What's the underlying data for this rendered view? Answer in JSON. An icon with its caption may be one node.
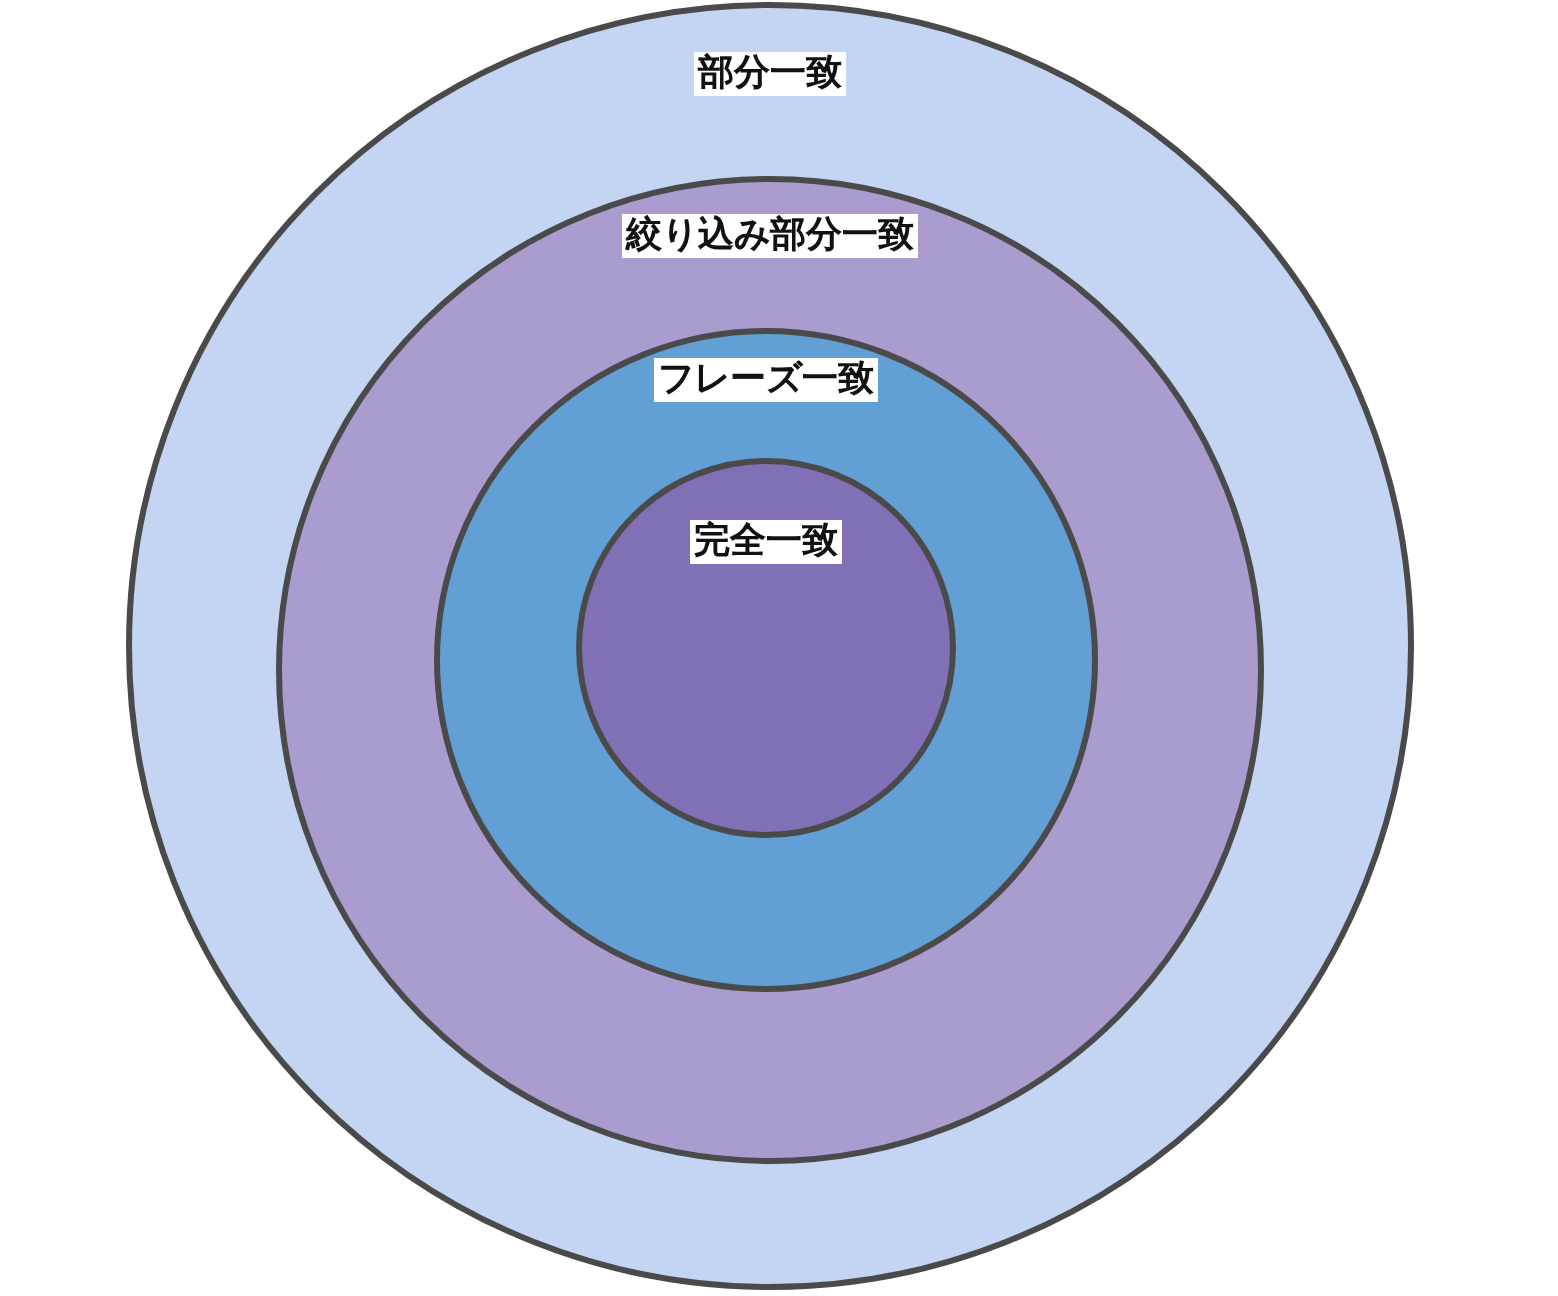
{
  "diagram": {
    "nodes": [
      {
        "text": [
          "部分一致"
        ]
      },
      {
        "text": [
          "絞り込み部分一致"
        ],
        "in": 0
      },
      {
        "text": [
          "フレーズ一致"
        ],
        "in": 1
      },
      {
        "text": [
          "完全一致"
        ],
        "in": 2
      }
    ]
  }
}
